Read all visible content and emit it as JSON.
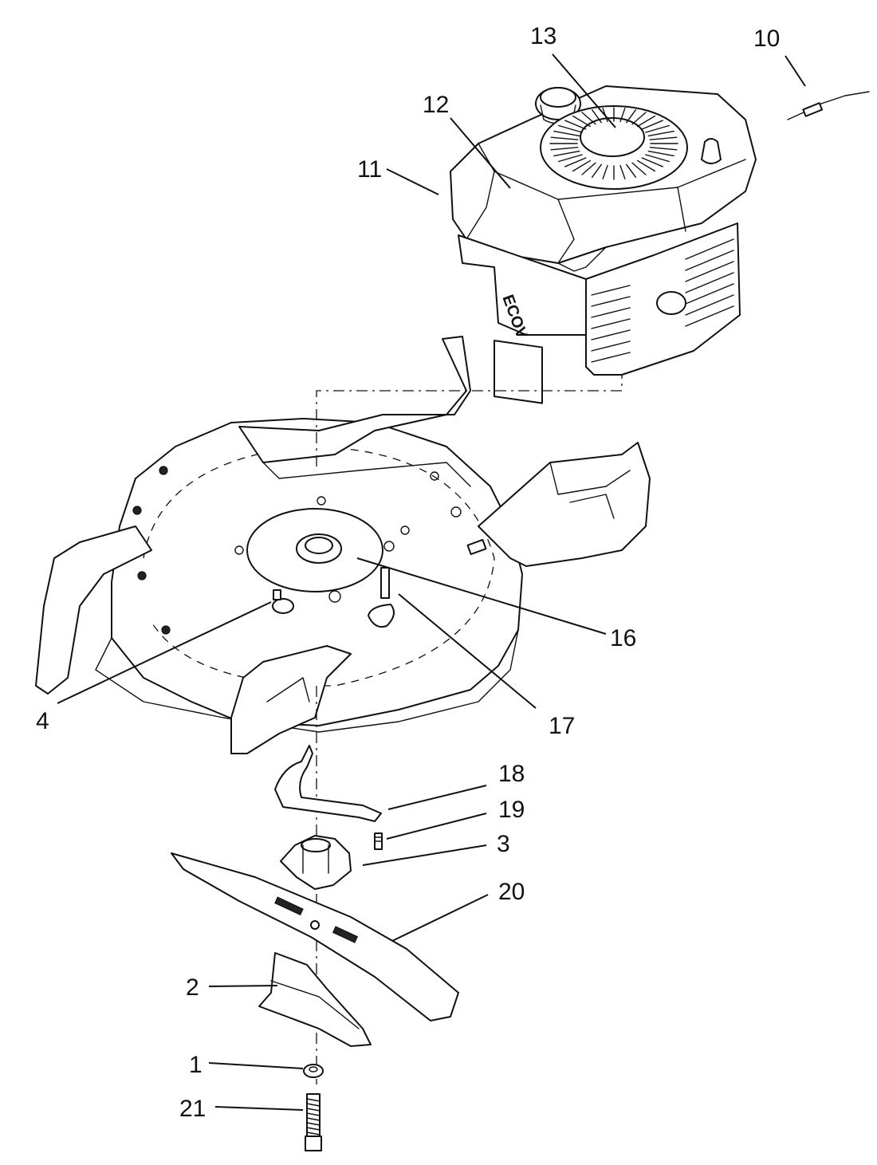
{
  "callouts": [
    {
      "id": "c10",
      "text": "10",
      "part": "spark-plug-wire"
    },
    {
      "id": "c13",
      "text": "13",
      "part": "recoil-starter"
    },
    {
      "id": "c12",
      "text": "12",
      "part": "engine-shroud"
    },
    {
      "id": "c11",
      "text": "11",
      "part": "engine"
    },
    {
      "id": "c16",
      "text": "16",
      "part": "bearing-seal"
    },
    {
      "id": "c4",
      "text": "4",
      "part": "key"
    },
    {
      "id": "c17",
      "text": "17",
      "part": "engine-mount-bolt"
    },
    {
      "id": "c18",
      "text": "18",
      "part": "blade-guard-bracket"
    },
    {
      "id": "c19",
      "text": "19",
      "part": "bracket-screw"
    },
    {
      "id": "c3",
      "text": "3",
      "part": "blade-adapter"
    },
    {
      "id": "c20",
      "text": "20",
      "part": "blade"
    },
    {
      "id": "c2",
      "text": "2",
      "part": "blade-stiffener"
    },
    {
      "id": "c1",
      "text": "1",
      "part": "washer"
    },
    {
      "id": "c21",
      "text": "21",
      "part": "blade-bolt"
    }
  ],
  "engine_label": "ECOV"
}
